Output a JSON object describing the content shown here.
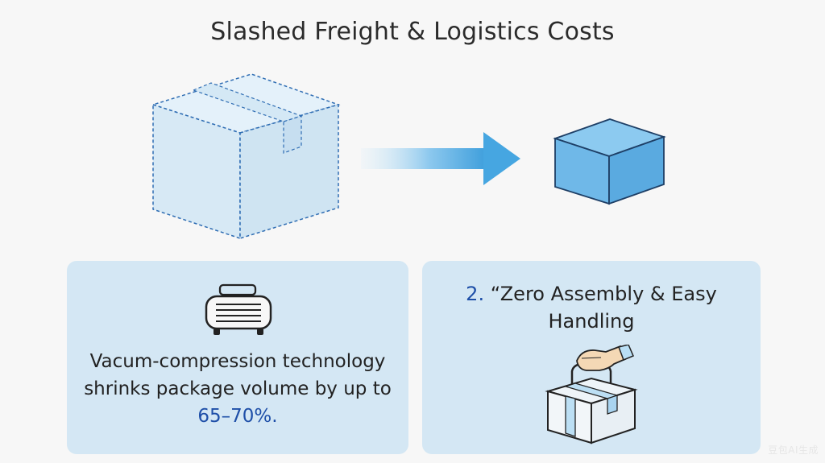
{
  "title": "Slashed Freight & Logistics Costs",
  "cards": [
    {
      "icon": "compressor-icon",
      "text_prefix": "Vacum-compression technology shrinks package volume by up to ",
      "text_highlight": "65–70%."
    },
    {
      "number": "2.",
      "heading": "“Zero Assembly & Easy Handling",
      "icon": "box-hand-icon"
    }
  ],
  "watermark": "豆包AI生成",
  "colors": {
    "background": "#f7f7f7",
    "card": "#d4e7f4",
    "accent": "#1e4fa8",
    "box_fill": "#d9ebf7",
    "arrow": "#4aa8e2"
  }
}
